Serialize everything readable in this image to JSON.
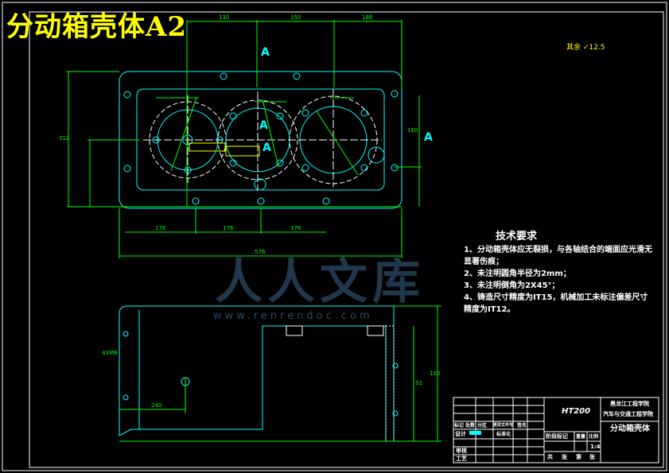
{
  "title": "分动箱壳体A2",
  "roughness": {
    "label": "其余",
    "value": "12.5"
  },
  "section_marker": "A",
  "dimensions": {
    "top": [
      "130",
      "150",
      "188"
    ],
    "overall_width": "576",
    "left_height": "312",
    "inner_height": "160",
    "bottom_spacing": [
      "176",
      "176",
      "176"
    ],
    "lower_view": [
      "4XM8",
      "240",
      "52",
      "100"
    ]
  },
  "tech_requirements": {
    "heading": "技术要求",
    "items": [
      "1、分动箱壳体应无裂损，与各轴结合的端面应光滑无显著伤痕；",
      "2、未注明圆角半径为2mm；",
      "3、未注明倒角为2X45°；",
      "4、铸造尺寸精度为IT15，机械加工未标注偏差尺寸精度为IT12。"
    ]
  },
  "title_block": {
    "material": "HT200",
    "school": "黑龙江工程学院",
    "department": "汽车与交通工程学院",
    "part_name": "分动箱壳体",
    "labels": [
      "标记",
      "处数",
      "分区",
      "更改文件号",
      "签名",
      "设计",
      "标准化",
      "审核",
      "工艺",
      "阶段标记",
      "重量",
      "比例",
      "共",
      "张",
      "第",
      "张"
    ],
    "scale": "1:4"
  },
  "watermark": {
    "text": "人人文库",
    "url": "www.renrendoc.com"
  },
  "colors": {
    "outline": "#00ffff",
    "dimension": "#00ff00",
    "centerline": "#ffffff",
    "annotation": "#ffff00"
  }
}
